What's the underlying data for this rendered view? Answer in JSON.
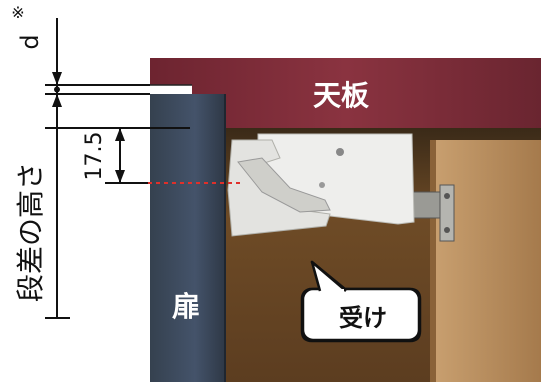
{
  "labels": {
    "top_panel": "天板",
    "door": "扉",
    "catch": "受け",
    "step_height": "段差の高さ",
    "dimension_value": "17.5",
    "d_label": "d",
    "note_mark": "※"
  },
  "colors": {
    "top_panel": "#7a2a34",
    "door": "#3d4a5c",
    "cabinet_interior": "#6a4a2a",
    "hinge": "#e9e9e7",
    "guide_line": "#e0302a"
  },
  "icons": [
    "double-arrow-icon",
    "callout-bubble-icon"
  ]
}
